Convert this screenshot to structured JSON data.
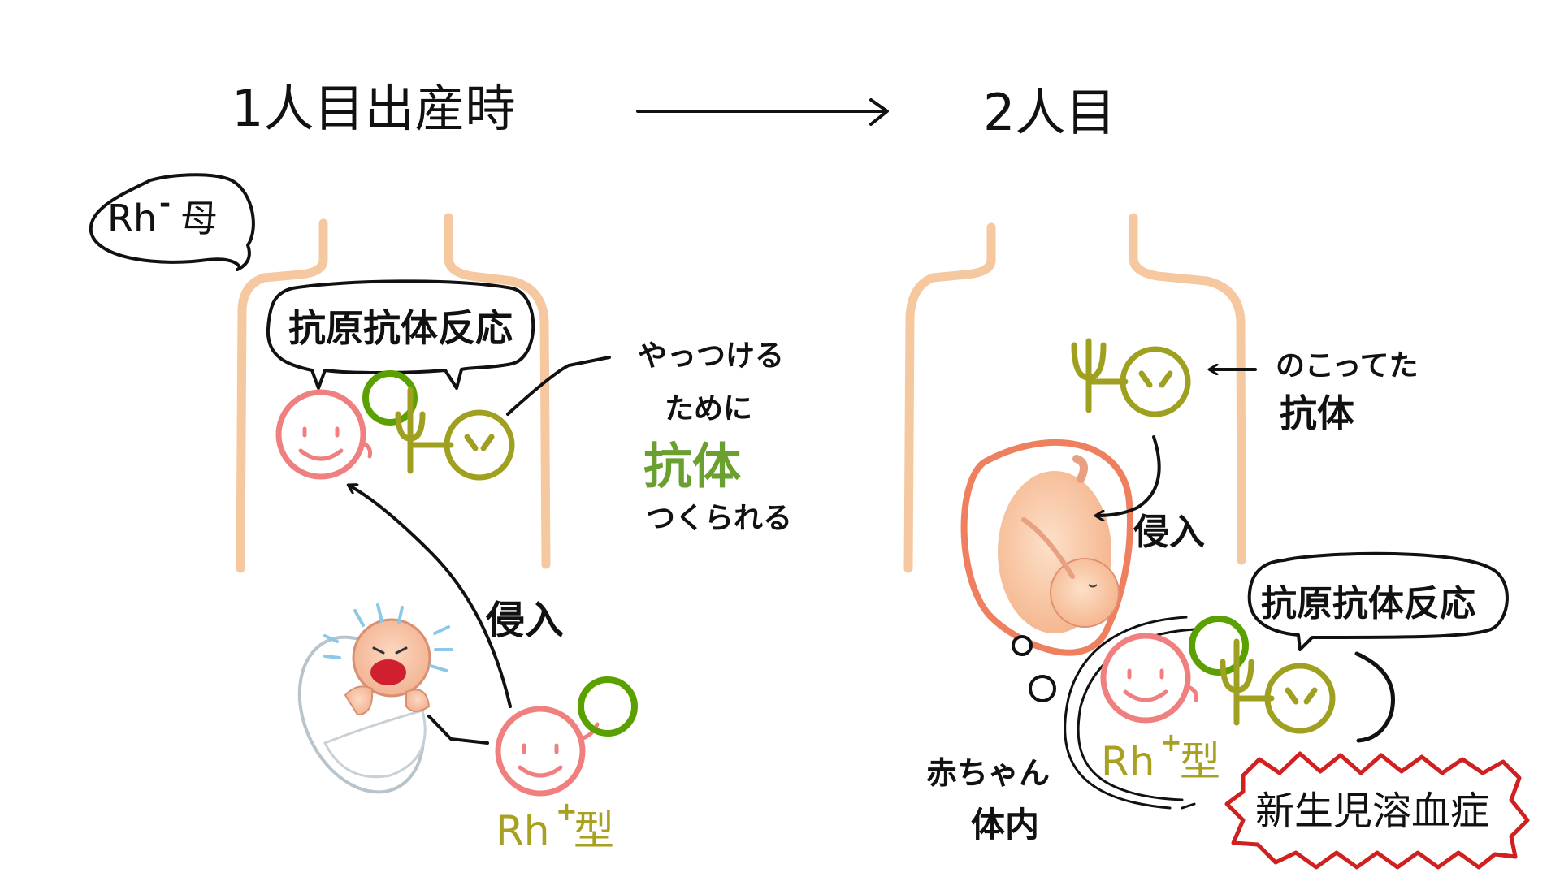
{
  "titles": {
    "left": "1人目出産時",
    "right": "2人目"
  },
  "left_panel": {
    "mother_bubble": {
      "rh": "Rh",
      "sign": "-",
      "mother": "母"
    },
    "reaction_bubble": "抗原抗体反応",
    "annotation": {
      "line1": "やっつける",
      "line2": "ために",
      "line3": "抗体",
      "line4": "つくられる"
    },
    "invasion_label": "侵入",
    "baby_type": {
      "rh": "Rh",
      "sign": "+",
      "suffix": "型"
    }
  },
  "right_panel": {
    "remaining_antibody": {
      "line1": "のこってた",
      "line2": "抗体"
    },
    "invasion_label": "侵入",
    "reaction_bubble": "抗原抗体反応",
    "baby_type": {
      "rh": "Rh",
      "sign": "+",
      "suffix": "型"
    },
    "baby_body": {
      "line1": "赤ちゃん",
      "line2": "体内"
    },
    "disease_label": "新生児溶血症"
  },
  "colors": {
    "body_outline": "#f5c8a0",
    "antigen_red": "#f08080",
    "antibody_green": "#a0a020",
    "antigen_green": "#5aa000",
    "highlight_green": "#6aa030",
    "label_olive": "#a8a020",
    "disease_red": "#d02020",
    "ink": "#111111"
  }
}
